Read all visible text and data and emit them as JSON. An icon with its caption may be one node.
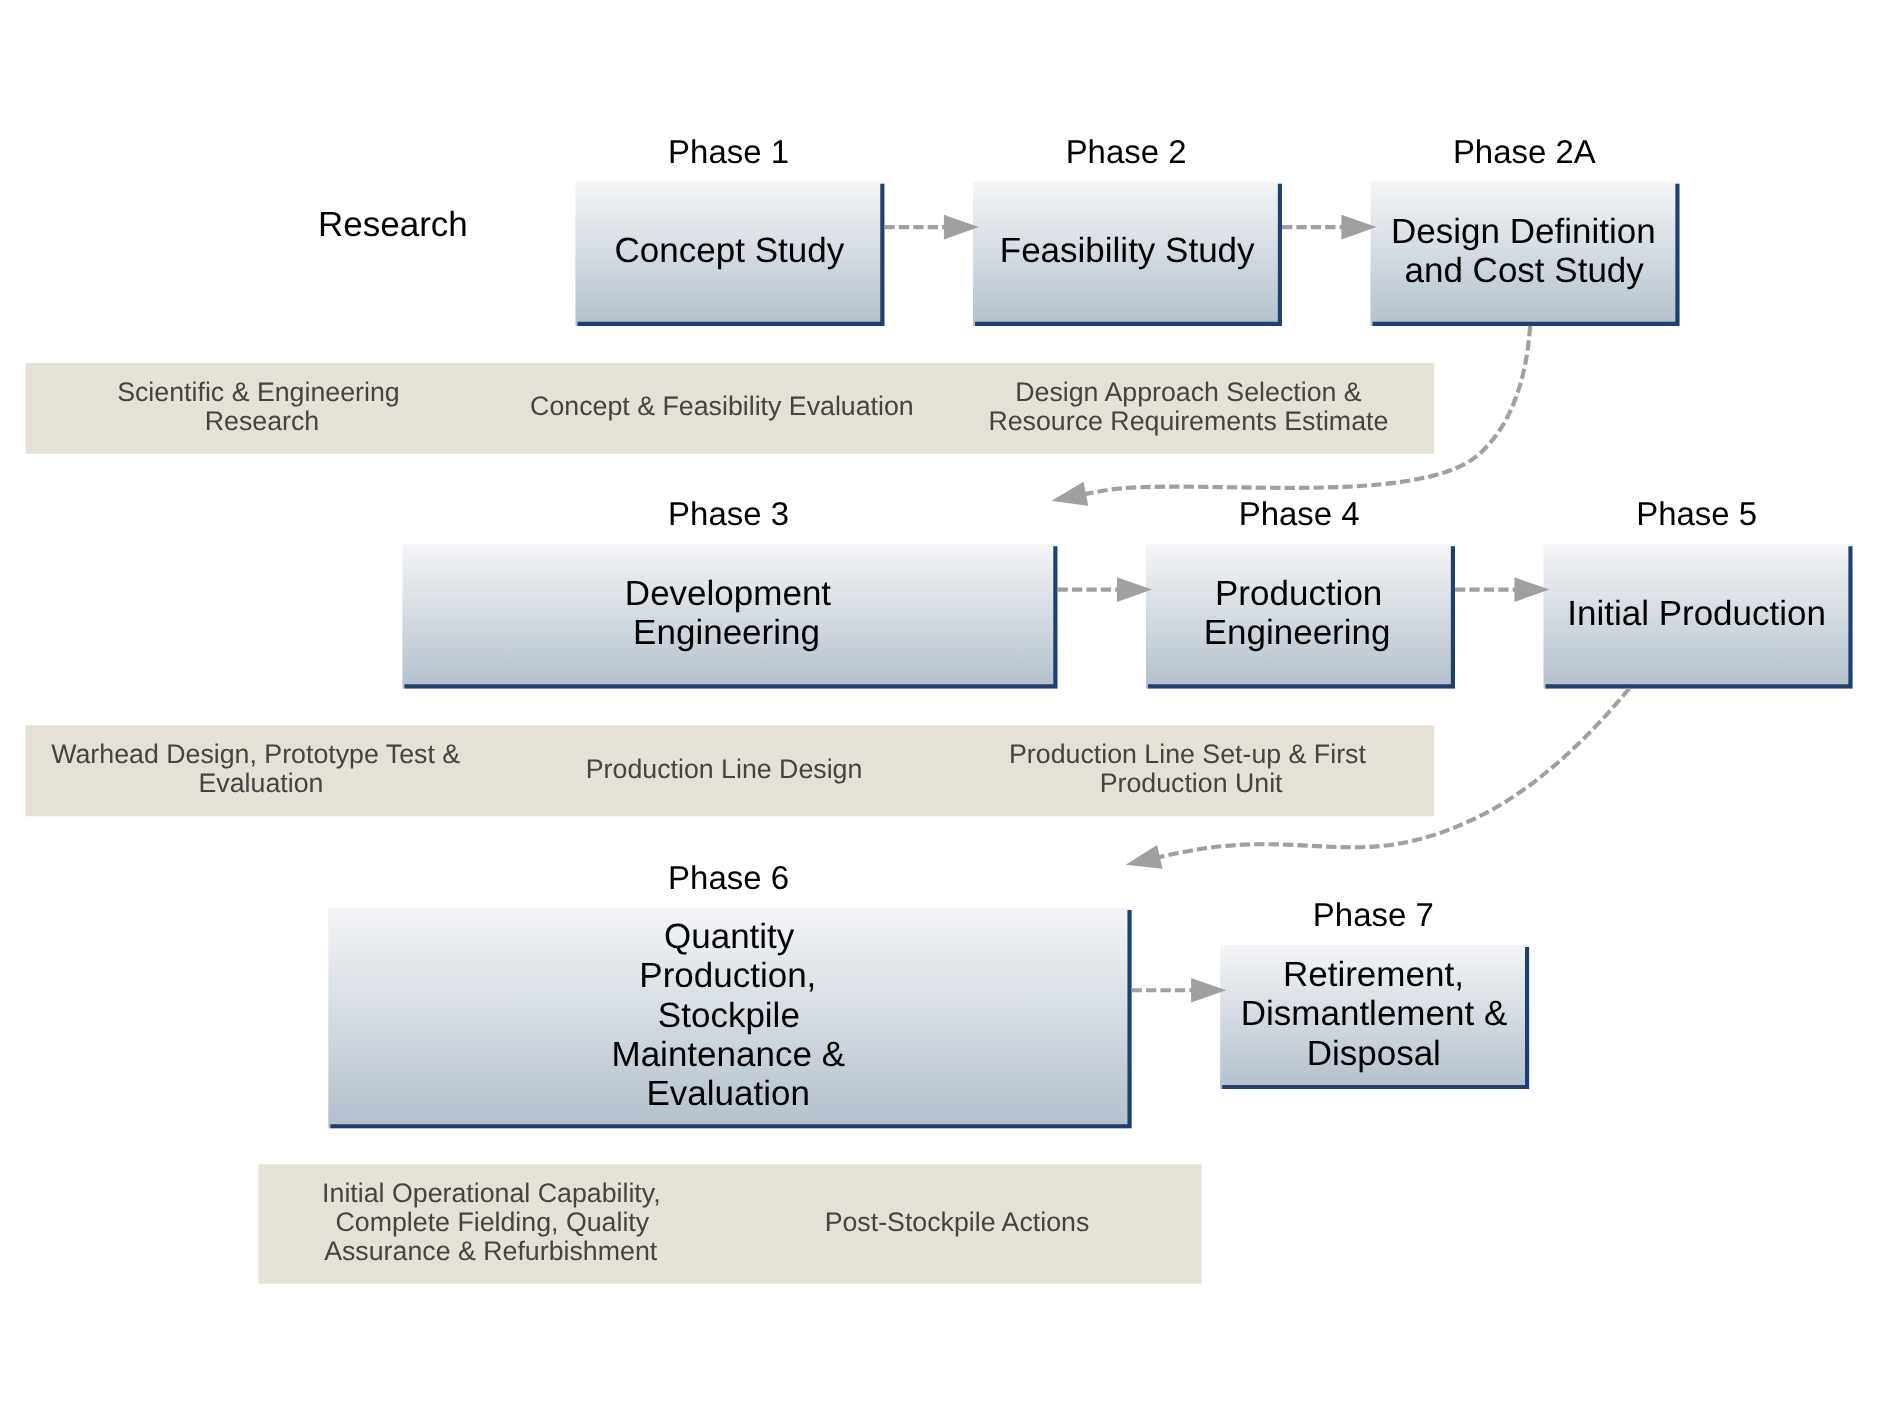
{
  "diagram": {
    "nodes": [
      {
        "text": [
          "Phase 1",
          "Concept Study"
        ]
      },
      {
        "text": [
          "Phase 2",
          "Feasibility Study"
        ]
      },
      {
        "text": [
          "Phase 2A",
          "Design Definition and Cost Study"
        ]
      },
      {
        "text": [
          "Scientific & Engineering Research",
          "Concept & Feasibility Evaluation",
          "Design Approach Selection & Resource Requirements Estimate"
        ]
      },
      {
        "text": [
          "Phase 3",
          "Development Engineering"
        ]
      },
      {
        "text": [
          "Phase 4",
          "Production Engineering"
        ]
      },
      {
        "text": [
          "Phase 5",
          "Initial Production"
        ]
      },
      {
        "text": [
          "Warhead Design, Prototype Test & Evaluation",
          "Production Line Design",
          "Production Line Set-up & First Production Unit"
        ]
      },
      {
        "text": [
          "Phase 6",
          "Quantity Production, Stockpile Maintenance & Evaluation"
        ]
      },
      {
        "text": [
          "Phase 7",
          "Retirement, Dismantlement & Disposal"
        ]
      },
      {
        "text": [
          "Initial Operational Capability, Complete Fielding, Quality Assurance & Refurbishment",
          "Post-Stockpile Actions"
        ]
      }
    ],
    "edges": [
      {
        "from": 0,
        "to": 1,
        "arrow": "to",
        "style": "dashed"
      },
      {
        "from": 1,
        "to": 2,
        "arrow": "to",
        "style": "dashed"
      },
      {
        "from": 2,
        "to": 4,
        "arrow": "to",
        "style": "dashed"
      },
      {
        "from": 4,
        "to": 5,
        "arrow": "to",
        "style": "dashed"
      },
      {
        "from": 5,
        "to": 6,
        "arrow": "to",
        "style": "dashed"
      },
      {
        "from": 6,
        "to": 8,
        "arrow": "to",
        "style": "dashed"
      },
      {
        "from": 8,
        "to": 9,
        "arrow": "to",
        "style": "dashed"
      }
    ],
    "labels": [
      "Research"
    ]
  }
}
